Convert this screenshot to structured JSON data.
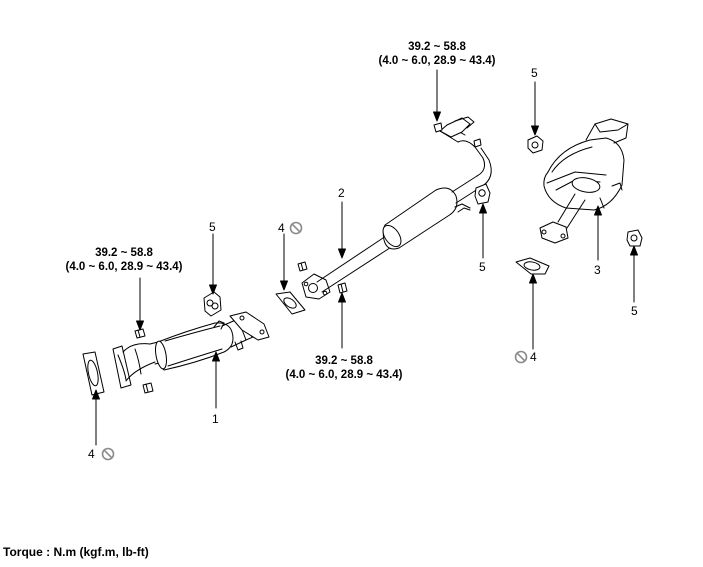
{
  "torque_labels": [
    {
      "value": "39.2 ~ 58.8",
      "conv": "(4.0 ~ 6.0, 28.9 ~ 43.4)"
    },
    {
      "value": "39.2 ~ 58.8",
      "conv": "(4.0 ~ 6.0, 28.9 ~ 43.4)"
    },
    {
      "value": "39.2 ~ 58.8",
      "conv": "(4.0 ~ 6.0, 28.9 ~ 43.4)"
    }
  ],
  "callouts": {
    "c1": "1",
    "c2": "2",
    "c3": "3",
    "c4_a": "4",
    "c4_b": "4",
    "c4_c": "4",
    "c5_a": "5",
    "c5_b": "5",
    "c5_c": "5",
    "c5_d": "5"
  },
  "footer": "Torque : N.m (kgf.m, lb-ft)",
  "colors": {
    "line": "#000000",
    "no_reuse_symbol": "#8a8a8a"
  },
  "icons": [
    "no-reuse-icon"
  ]
}
